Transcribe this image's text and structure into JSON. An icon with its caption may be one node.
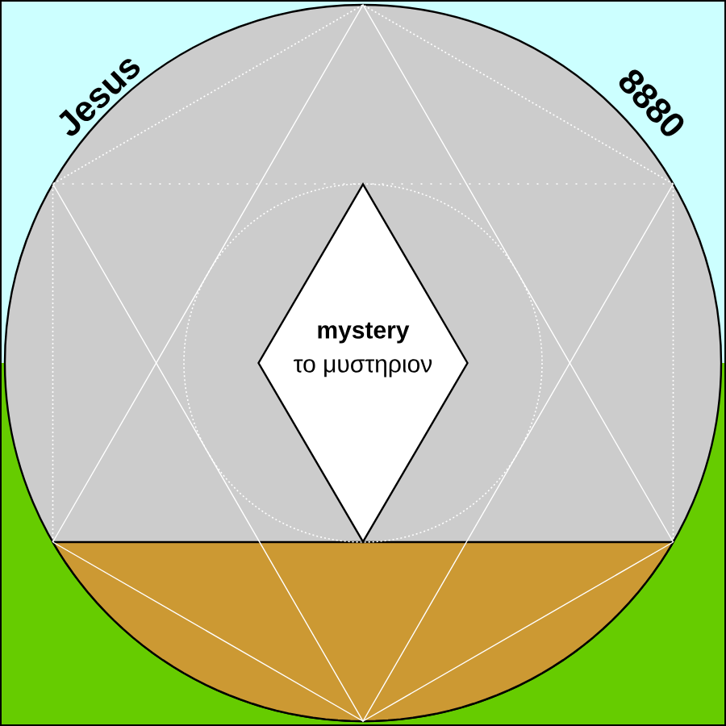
{
  "diagram": {
    "nodes": [
      {
        "text": [
          "mystery",
          "το μυστηριον"
        ]
      }
    ],
    "labels": [
      "Jesus",
      "8880"
    ]
  }
}
